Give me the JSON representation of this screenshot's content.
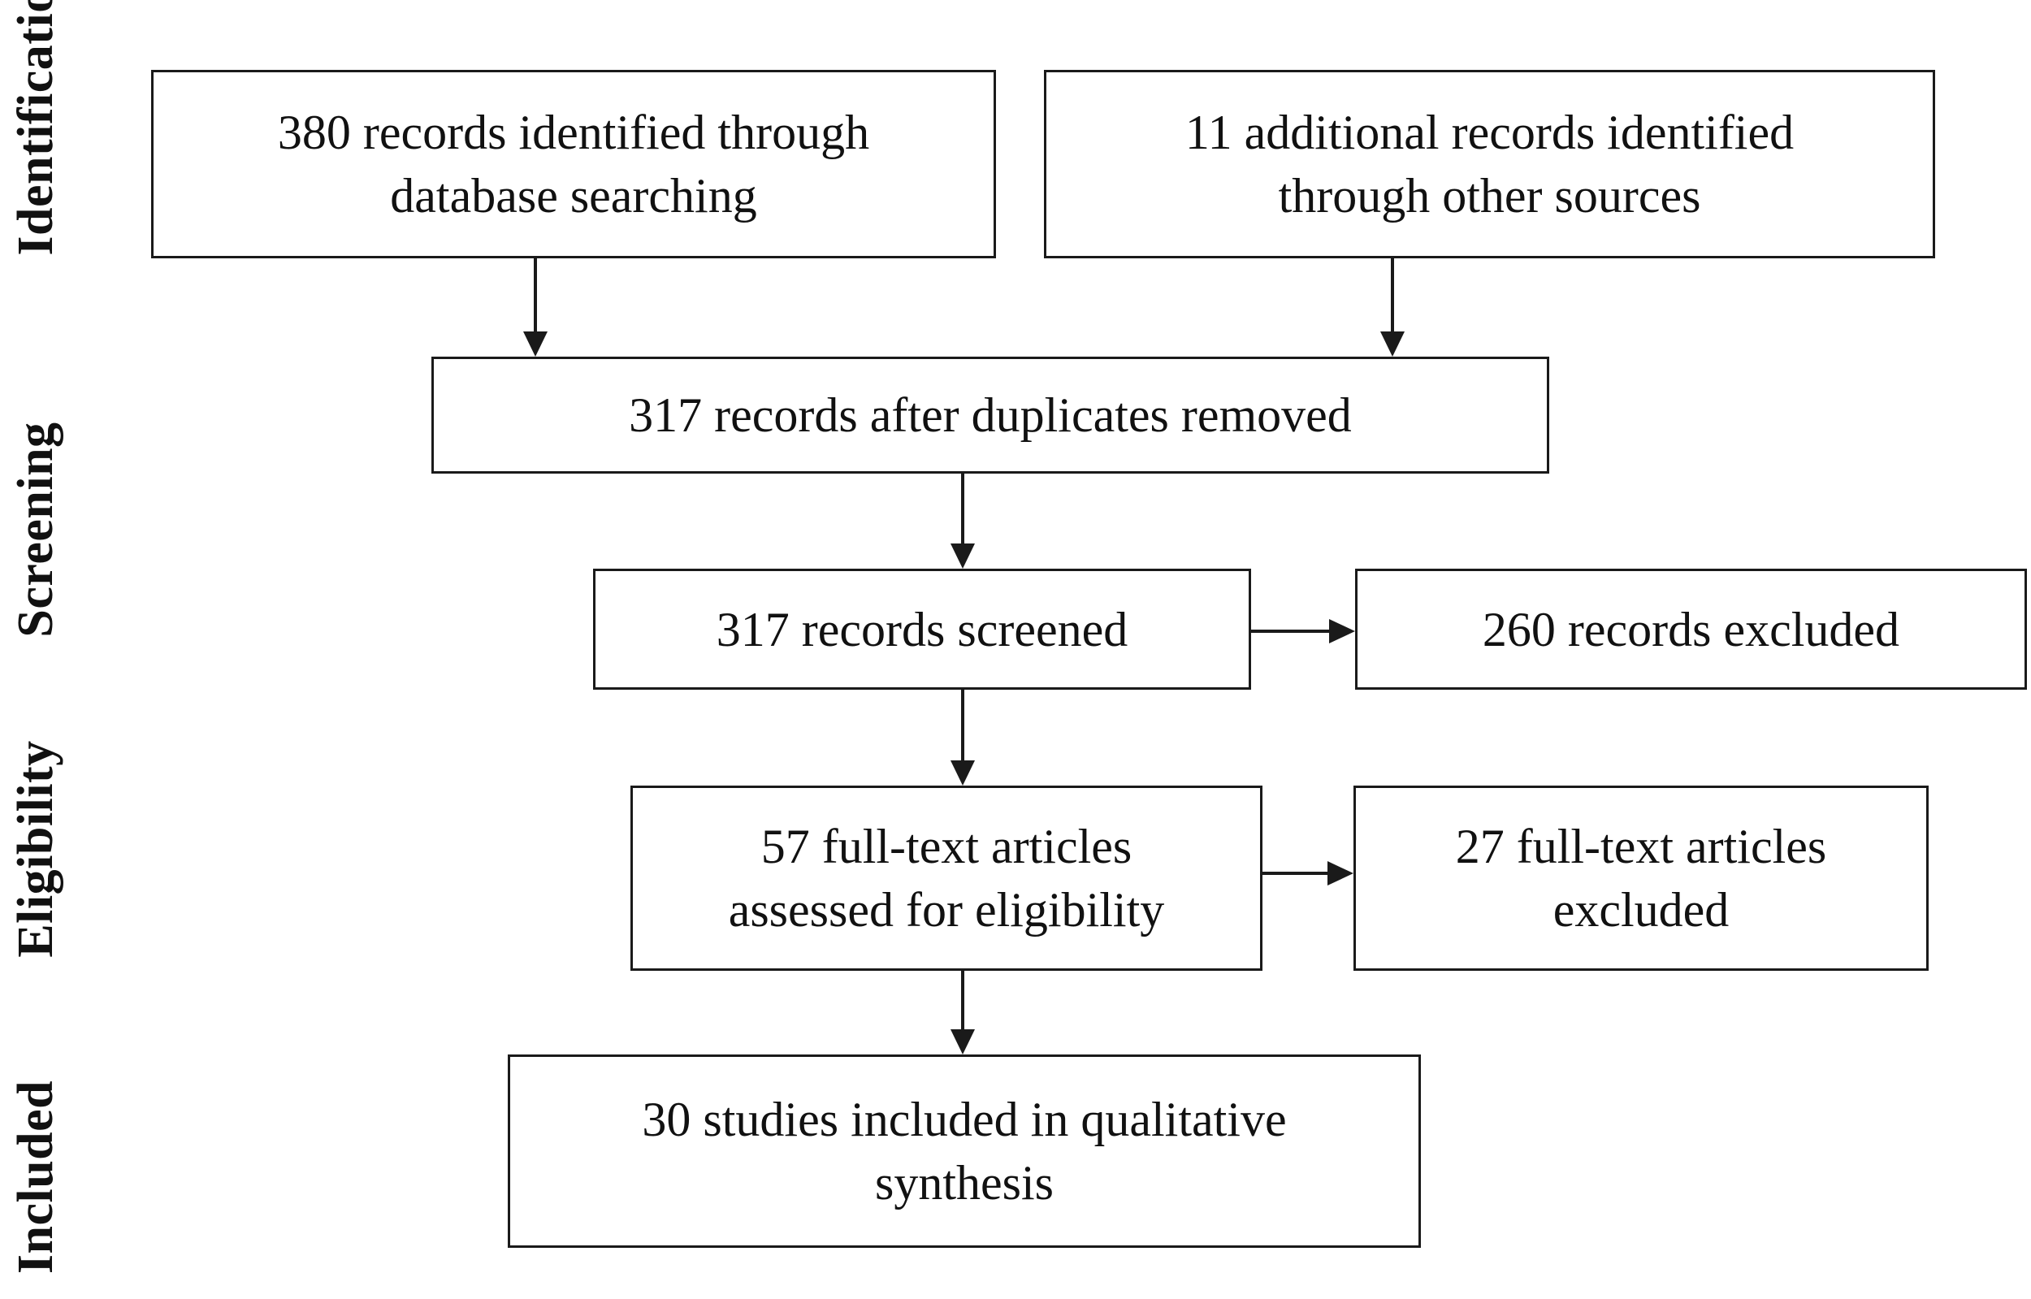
{
  "stages": {
    "identification": "Identification",
    "screening": "Screening",
    "eligibility": "Eligibility",
    "included": "Included"
  },
  "boxes": {
    "database_records": [
      "380 records identified through",
      "database searching"
    ],
    "additional_records": [
      "11 additional records identified",
      "through other sources"
    ],
    "after_duplicates": [
      "317 records after duplicates removed"
    ],
    "screened": [
      "317 records screened"
    ],
    "excluded_records": [
      "260 records excluded"
    ],
    "fulltext_assessed": [
      "57 full-text articles",
      "assessed for eligibility"
    ],
    "fulltext_excluded": [
      "27 full-text articles",
      "excluded"
    ],
    "included_studies": [
      "30 studies included in qualitative",
      "synthesis"
    ]
  },
  "colors": {
    "stroke": "#1a1a1a",
    "text": "#111111",
    "background": "#ffffff"
  }
}
